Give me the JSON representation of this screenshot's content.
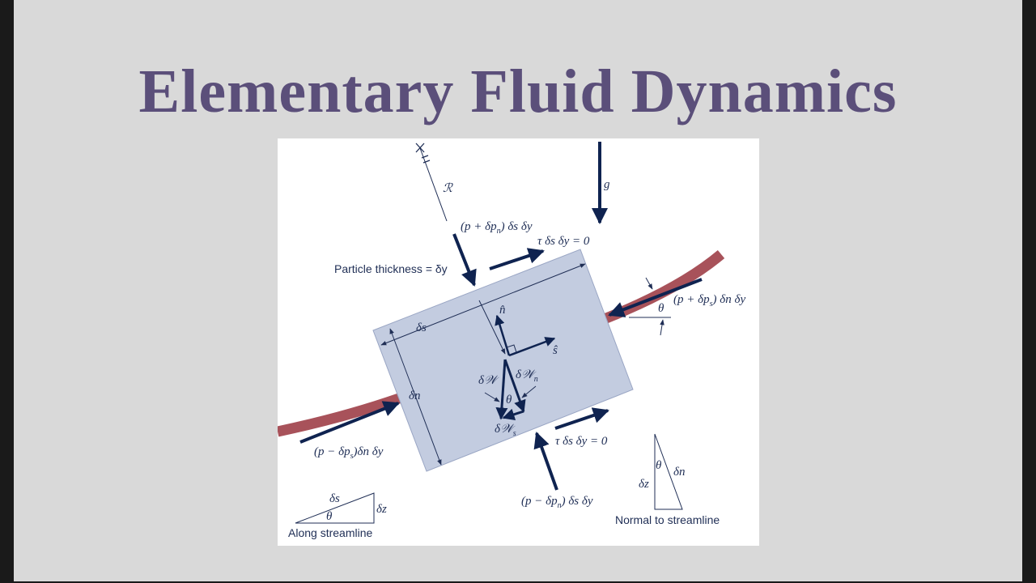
{
  "slide": {
    "title": "Elementary Fluid Dynamics"
  },
  "figure": {
    "labels": {
      "radius": "ℛ",
      "gravity": "g",
      "top_pressure": "(p + δp",
      "top_pressure_sub": "n",
      "top_pressure_tail": ") δs δy",
      "shear_top": "τ δs δy = 0",
      "thickness": "Particle thickness = δy",
      "right_pressure": "(p + δp",
      "right_pressure_sub": "s",
      "right_pressure_tail": ") δn δy",
      "theta_right": "θ",
      "ds": "δs",
      "n_hat": "n̂",
      "s_hat": "ŝ",
      "dn": "δn",
      "dW": "δ𝒲",
      "dWn": "δ𝒲",
      "dWn_sub": "n",
      "theta_center": "θ",
      "dWs": "δ𝒲",
      "dWs_sub": "s",
      "shear_bottom": "τ δs δy = 0",
      "left_pressure": "(p − δp",
      "left_pressure_sub": "s",
      "left_pressure_tail": ")δn δy",
      "bottom_pressure": "(p − δp",
      "bottom_pressure_sub": "n",
      "bottom_pressure_tail": ") δs δy",
      "tri_left_ds": "δs",
      "tri_left_dz": "δz",
      "tri_left_theta": "θ",
      "tri_left_caption": "Along streamline",
      "tri_right_theta": "θ",
      "tri_right_dz": "δz",
      "tri_right_dn": "δn",
      "tri_right_caption": "Normal to streamline"
    },
    "colors": {
      "streamline": "#a8525a",
      "particle": "#c3cce0",
      "arrow": "#0f2350",
      "ink": "#1f2e55"
    }
  }
}
